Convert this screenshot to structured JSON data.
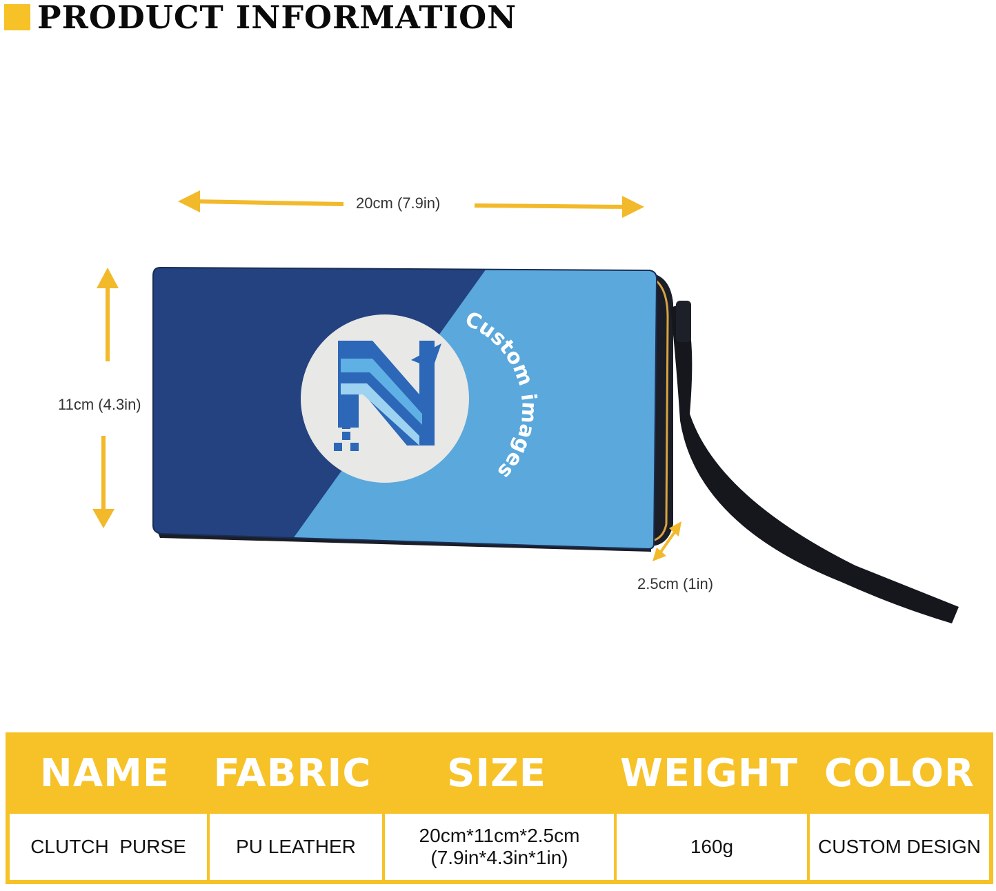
{
  "header": {
    "title": "PRODUCT INFORMATION"
  },
  "colors": {
    "accent": "#f6c228",
    "purse_dark_blue": "#23427f",
    "purse_light_blue": "#5aa8dc",
    "strap": "#15171d"
  },
  "product": {
    "logo_text": "Custom images"
  },
  "dimensions": {
    "width_label": "20cm (7.9in)",
    "height_label": "11cm (4.3in)",
    "depth_label": "2.5cm (1in)"
  },
  "spec_table": {
    "headers": [
      "NAME",
      "FABRIC",
      "SIZE",
      "WEIGHT",
      "COLOR"
    ],
    "values": {
      "name": "CLUTCH  PURSE",
      "fabric": "PU LEATHER",
      "size_line1": "20cm*11cm*2.5cm",
      "size_line2": "(7.9in*4.3in*1in)",
      "weight": "160g",
      "color": "CUSTOM DESIGN"
    }
  }
}
